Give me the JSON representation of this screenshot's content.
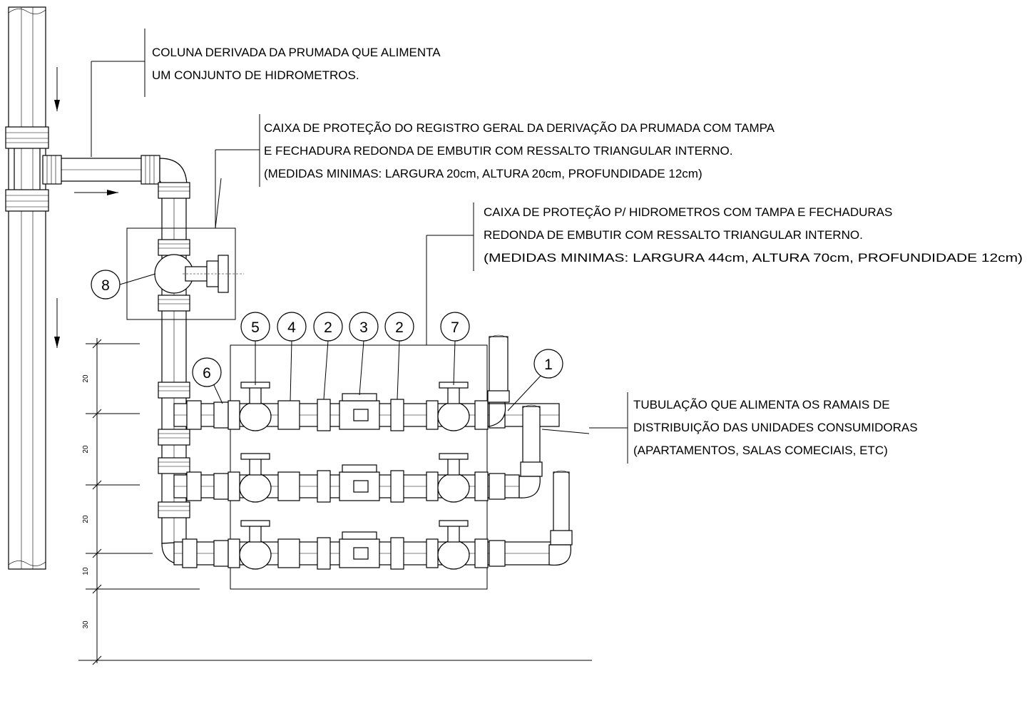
{
  "notes": {
    "branch_column": {
      "line1": "COLUNA DERIVADA DA PRUMADA QUE ALIMENTA",
      "line2": "UM CONJUNTO DE HIDROMETROS."
    },
    "valve_box": {
      "line1": "CAIXA DE PROTEÇÃO DO REGISTRO GERAL DA DERIVAÇÃO DA PRUMADA COM TAMPA",
      "line2": "E FECHADURA REDONDA DE EMBUTIR COM RESSALTO TRIANGULAR INTERNO.",
      "line3": "(MEDIDAS MINIMAS: LARGURA 20cm, ALTURA 20cm, PROFUNDIDADE 12cm)"
    },
    "meter_box": {
      "line1": "CAIXA DE PROTEÇÃO P/ HIDROMETROS COM TAMPA E FECHADURAS",
      "line2": "REDONDA DE EMBUTIR COM RESSALTO TRIANGULAR INTERNO.",
      "line3": "(MEDIDAS MINIMAS: LARGURA 44cm, ALTURA 70cm, PROFUNDIDADE 12cm)"
    },
    "supply_pipe": {
      "line1": "TUBULAÇÃO QUE ALIMENTA OS RAMAIS DE",
      "line2": "DISTRIBUIÇÃO DAS UNIDADES CONSUMIDORAS",
      "line3": "(APARTAMENTOS, SALAS COMECIAIS, ETC)"
    }
  },
  "markers": {
    "m1": "1",
    "m2a": "2",
    "m2b": "2",
    "m3": "3",
    "m4": "4",
    "m5": "5",
    "m6": "6",
    "m7": "7",
    "m8": "8"
  },
  "dimensions": {
    "d1": "20",
    "d2": "20",
    "d3": "20",
    "d4": "10",
    "d5": "30"
  }
}
